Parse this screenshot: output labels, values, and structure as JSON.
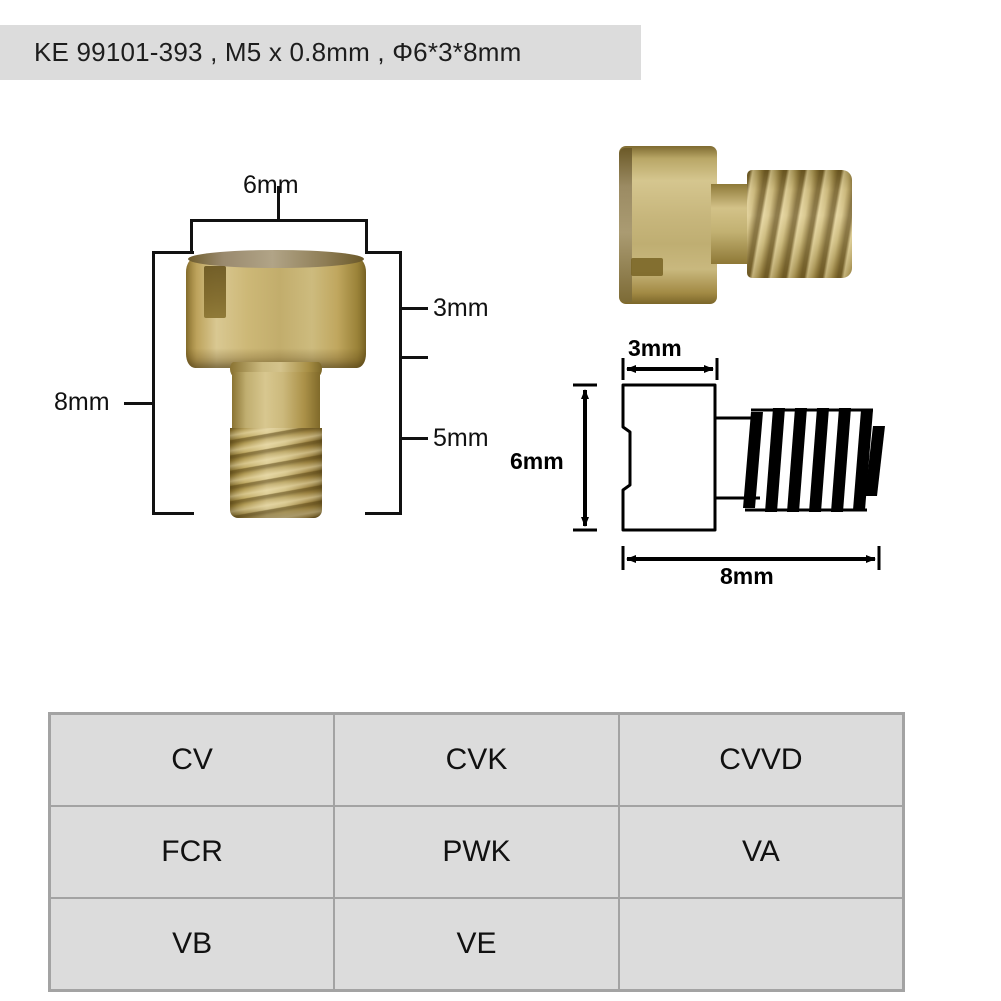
{
  "header": {
    "title": "KE 99101-393 , M5 x 0.8mm , Φ6*3*8mm"
  },
  "photo_left": {
    "alt_name": "brass-carburetor-main-jet-vertical-view",
    "dimensions": {
      "width_label": "6mm",
      "head_height_label": "3mm",
      "thread_length_label": "5mm",
      "total_length_label": "8mm"
    }
  },
  "photo_right": {
    "alt_name": "brass-carburetor-main-jet-side-view"
  },
  "cad_drawing": {
    "alt_name": "technical-line-drawing-main-jet",
    "dimensions": {
      "head_width_label": "3mm",
      "head_diameter_label": "6mm",
      "total_length_label": "8mm"
    }
  },
  "compatibility_table": {
    "rows": [
      [
        "CV",
        "CVK",
        "CVVD"
      ],
      [
        "FCR",
        "PWK",
        "VA"
      ],
      [
        "VB",
        "VE",
        ""
      ]
    ],
    "cell_background": "#dcdcdc",
    "border_color": "#a3a3a3"
  }
}
